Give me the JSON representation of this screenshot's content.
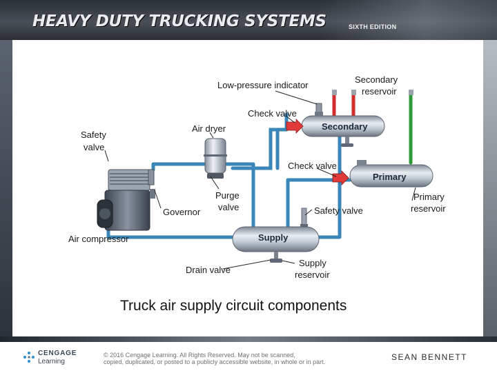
{
  "header": {
    "book_title": "HEAVY DUTY TRUCKING SYSTEMS",
    "edition": "SIXTH EDITION"
  },
  "diagram": {
    "labels": {
      "low_pressure_indicator": "Low-pressure indicator",
      "secondary_reservoir_line1": "Secondary",
      "secondary_reservoir_line2": "reservoir",
      "check_valve_top": "Check valve",
      "secondary_tank": "Secondary",
      "safety_valve_left_line1": "Safety",
      "safety_valve_left_line2": "valve",
      "air_dryer": "Air dryer",
      "check_valve_mid": "Check valve",
      "primary_tank": "Primary",
      "purge_valve_line1": "Purge",
      "purge_valve_line2": "valve",
      "governor": "Governor",
      "safety_valve_mid": "Safety valve",
      "primary_reservoir_line1": "Primary",
      "primary_reservoir_line2": "reservoir",
      "air_compressor": "Air compressor",
      "supply_tank": "Supply",
      "drain_valve": "Drain valve",
      "supply_reservoir_line1": "Supply",
      "supply_reservoir_line2": "reservoir"
    },
    "colors": {
      "supply_line": "#3a86b8",
      "secondary_line": "#d22b2b",
      "primary_line": "#2e9a3a",
      "check_arrow": "#e03a3a"
    }
  },
  "caption": "Truck air supply circuit components",
  "footer": {
    "publisher": "CENGAGE",
    "publisher_sub": "Learning",
    "copyright_line1": "© 2016 Cengage Learning. All Rights Reserved. May not be scanned,",
    "copyright_line2": "copied, duplicated, or posted to a publicly accessible website, in whole or in part.",
    "author": "SEAN BENNETT"
  }
}
